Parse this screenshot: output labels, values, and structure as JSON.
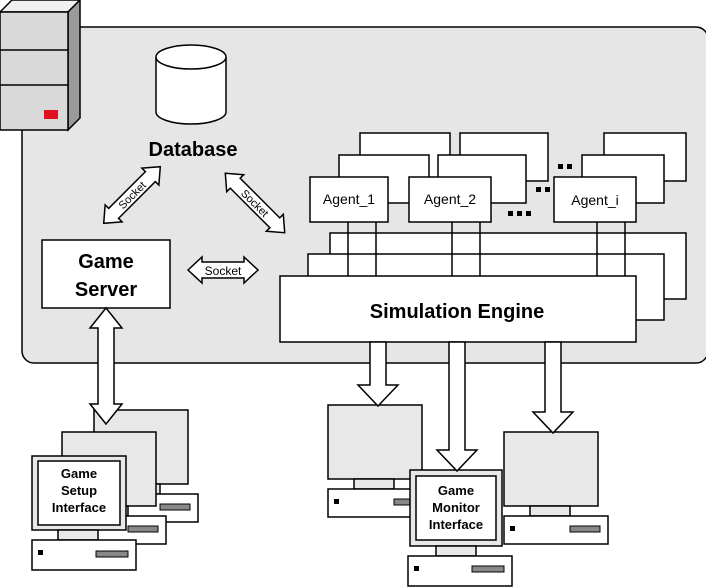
{
  "labels": {
    "database": "Database",
    "game_server_line1": "Game",
    "game_server_line2": "Server",
    "simulation_engine": "Simulation Engine",
    "agent_1": "Agent_1",
    "agent_2": "Agent_2",
    "agent_i": "Agent_i",
    "socket_db_server": "Socket",
    "socket_db_engine": "Socket",
    "socket_server_engine": "Socket",
    "setup_line1": "Game",
    "setup_line2": "Setup",
    "setup_line3": "Interface",
    "monitor_line1": "Game",
    "monitor_line2": "Monitor",
    "monitor_line3": "Interface"
  },
  "colors": {
    "panel": "#e6e6e6",
    "server_led": "#e01020",
    "tower": "#d9d9d9",
    "monitor": "#e8e8e8",
    "line": "#000000"
  }
}
